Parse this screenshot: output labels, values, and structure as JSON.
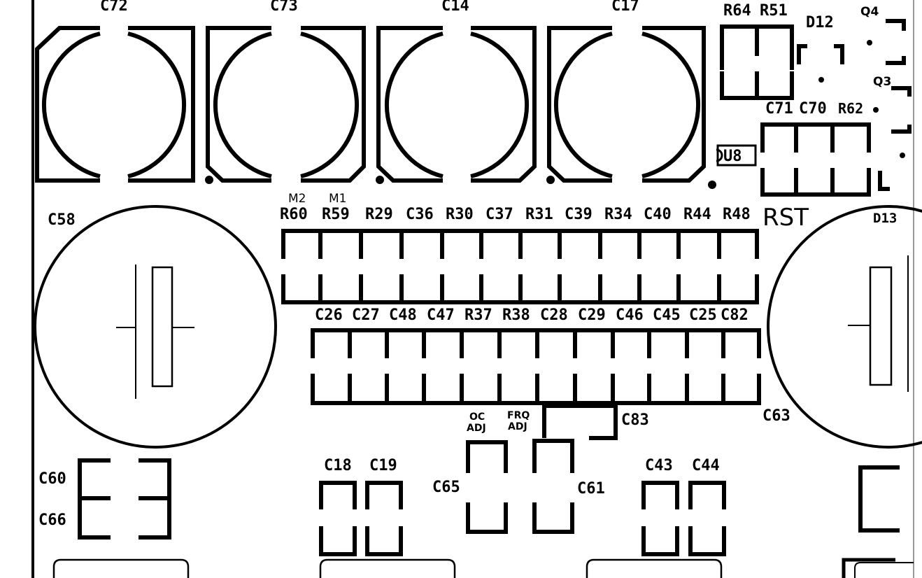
{
  "labels": {
    "top_caps": [
      "C72",
      "C73",
      "C14",
      "C17"
    ],
    "r64": "R64",
    "r51": "R51",
    "d12": "D12",
    "q4": "Q4",
    "q3": "Q3",
    "c71": "C71",
    "c70": "C70",
    "r62": "R62",
    "u8": "U8",
    "rst": "RST",
    "m2": "M2",
    "m1": "M1",
    "c58": "C58",
    "d13": "D13",
    "row1": [
      "R60",
      "R59",
      "R29",
      "C36",
      "R30",
      "C37",
      "R31",
      "C39",
      "R34",
      "C40",
      "R44",
      "R48"
    ],
    "row2": [
      "C26",
      "C27",
      "C48",
      "C47",
      "R37",
      "R38",
      "C28",
      "C29",
      "C46",
      "C45",
      "C25",
      "C82"
    ],
    "c63": "C63",
    "c83": "C83",
    "oc_line1": "OC",
    "oc_line2": "ADJ",
    "frq_line1": "FRQ",
    "frq_line2": "ADJ",
    "c60": "C60",
    "c66": "C66",
    "c18": "C18",
    "c19": "C19",
    "c65": "C65",
    "c61": "C61",
    "c43": "C43",
    "c44": "C44"
  }
}
